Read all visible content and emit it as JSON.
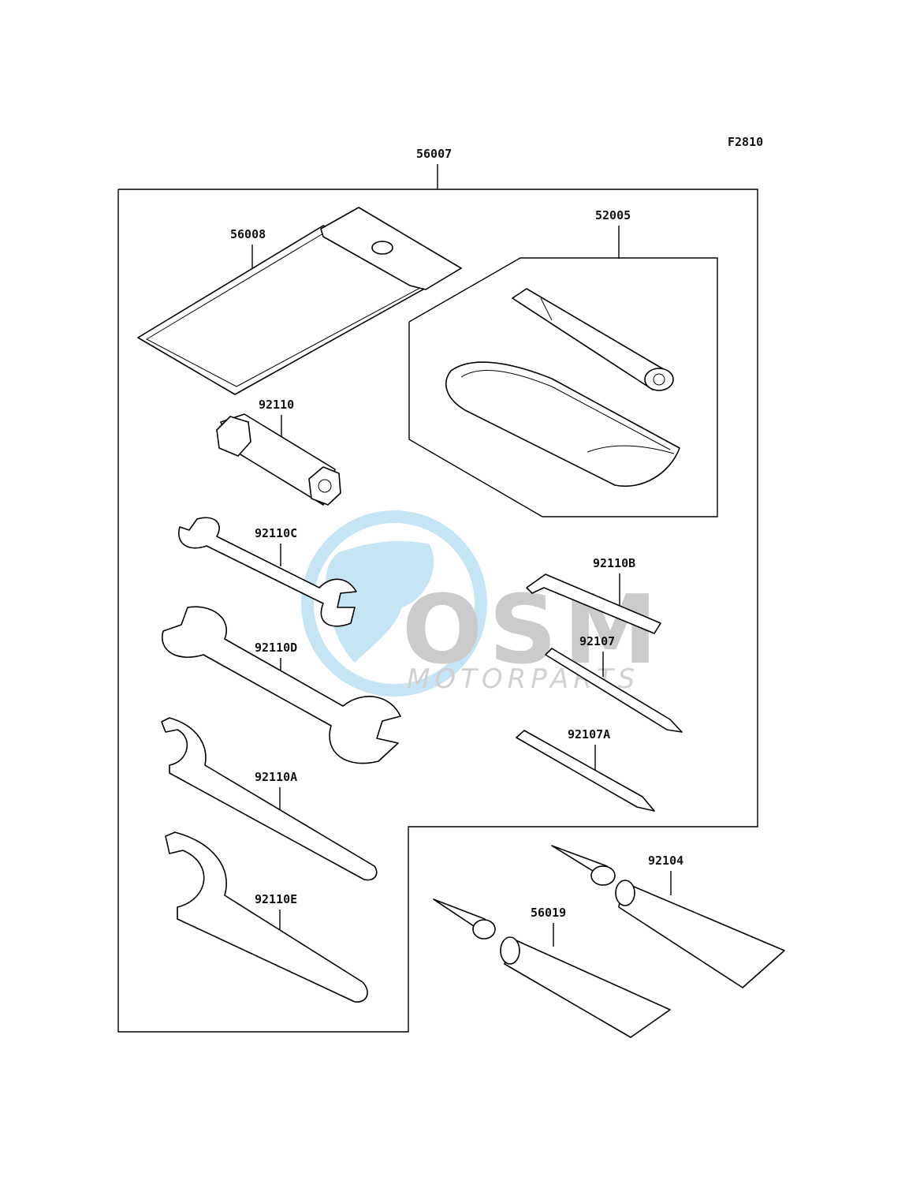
{
  "figure_code": "F2810",
  "assembly": {
    "number": "56007"
  },
  "parts": {
    "p56008": "56008",
    "p52005": "52005",
    "p92110": "92110",
    "p92110C": "92110C",
    "p92110B": "92110B",
    "p92110D": "92110D",
    "p92107": "92107",
    "p92107A": "92107A",
    "p92110A": "92110A",
    "p92104": "92104",
    "p56019": "56019",
    "p92110E": "92110E"
  },
  "watermark": {
    "brand": "OSM",
    "tagline": "MOTORPARTS",
    "colors": {
      "globe": "#7fc6ea",
      "letters": "#9a9a9a",
      "accent": "#b9a7d9"
    }
  }
}
